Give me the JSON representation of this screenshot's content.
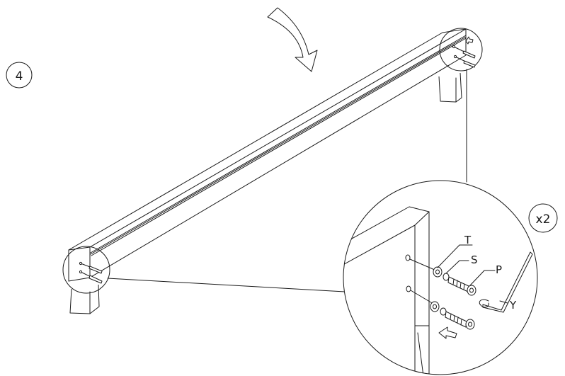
{
  "step_number": "4",
  "quantity_label": "x2",
  "parts": [
    {
      "id": "T",
      "label": "T"
    },
    {
      "id": "S",
      "label": "S"
    },
    {
      "id": "P",
      "label": "P"
    },
    {
      "id": "Y",
      "label": "Y"
    }
  ]
}
